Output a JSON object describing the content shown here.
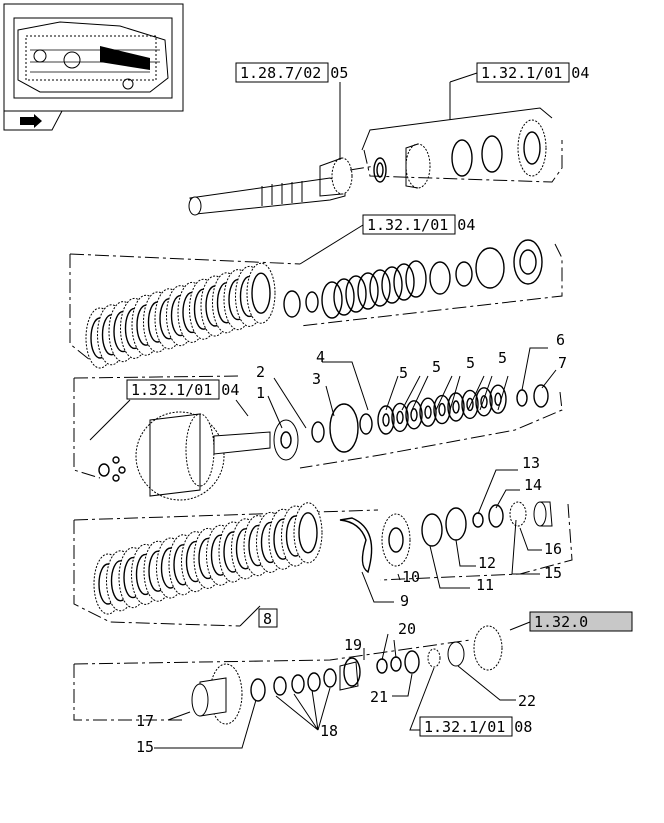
{
  "refs": {
    "r1": "1.28.7/02 05",
    "r2": "1.32.1/01 04",
    "r3": "1.32.1/01 04",
    "r4": "1.32.1/01 04",
    "r5": "1.32.0",
    "r6": "1.32.1/01 08"
  },
  "callouts": {
    "c1": "1",
    "c2": "2",
    "c3": "3",
    "c4": "4",
    "c5a": "5",
    "c5b": "5",
    "c5c": "5",
    "c5d": "5",
    "c6": "6",
    "c7": "7",
    "c8": "8",
    "c9": "9",
    "c10": "10",
    "c11": "11",
    "c12": "12",
    "c13": "13",
    "c14": "14",
    "c15a": "15",
    "c15b": "15",
    "c16": "16",
    "c17": "17",
    "c18": "18",
    "c19": "19",
    "c20": "20",
    "c21": "21",
    "c22": "22"
  },
  "icons": {
    "thumbnail": "transmission-assembly-thumbnail",
    "nav": "back-arrow-icon"
  }
}
